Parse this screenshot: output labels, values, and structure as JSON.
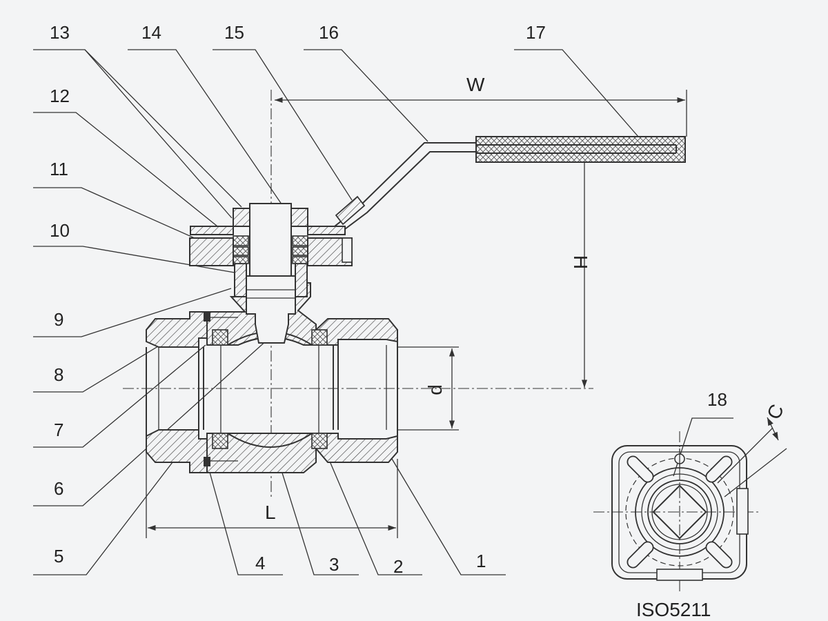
{
  "callouts": [
    "1",
    "2",
    "3",
    "4",
    "5",
    "6",
    "7",
    "8",
    "9",
    "10",
    "11",
    "12",
    "13",
    "14",
    "15",
    "16",
    "17",
    "18"
  ],
  "dimensions": {
    "W": "W",
    "H": "H",
    "d": "d",
    "L": "L",
    "C": "C"
  },
  "flange_standard": "ISO5211"
}
